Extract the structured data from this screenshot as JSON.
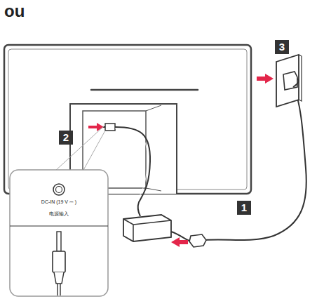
{
  "diagram": {
    "title": "ou",
    "labels": [
      "2",
      "3",
      "1",
      "DC-IN (19 V ⎓ )",
      "电源输入"
    ]
  }
}
